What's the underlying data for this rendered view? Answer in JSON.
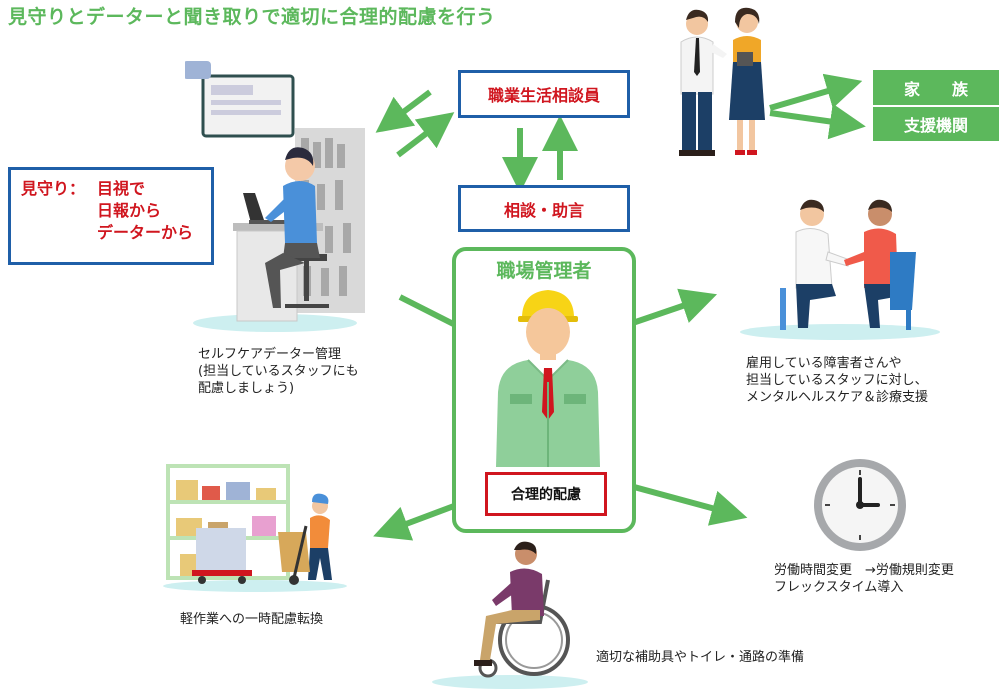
{
  "title": "見守りとデーターと聞き取りで適切に合理的配慮を行う",
  "counselor_label": "職業生活相談員",
  "consult_label": "相談・助言",
  "manager_label": "職場管理者",
  "accommodation_label": "合理的配慮",
  "family_label": "家　　族",
  "support_label": "支援機関",
  "watch": {
    "label": "見守り：",
    "items": [
      "目視で",
      "日報から",
      "データーから"
    ]
  },
  "selfcare_caption": [
    "セルフケアデーター管理",
    "(担当しているスタッフにも",
    "配慮しましょう)"
  ],
  "mental_caption": [
    "雇用している障害者さんや",
    "担当しているスタッフに対し、",
    "メンタルヘルスケア＆診療支援"
  ],
  "worktime_caption": [
    "労働時間変更　→労働規則変更",
    "フレックスタイム導入"
  ],
  "lightwork_caption": "軽作業への一時配慮転換",
  "equipment_caption": "適切な補助具やトイレ・通路の準備",
  "colors": {
    "green": "#5cb85c",
    "blue": "#1f5fa8",
    "red": "#d0161f"
  }
}
